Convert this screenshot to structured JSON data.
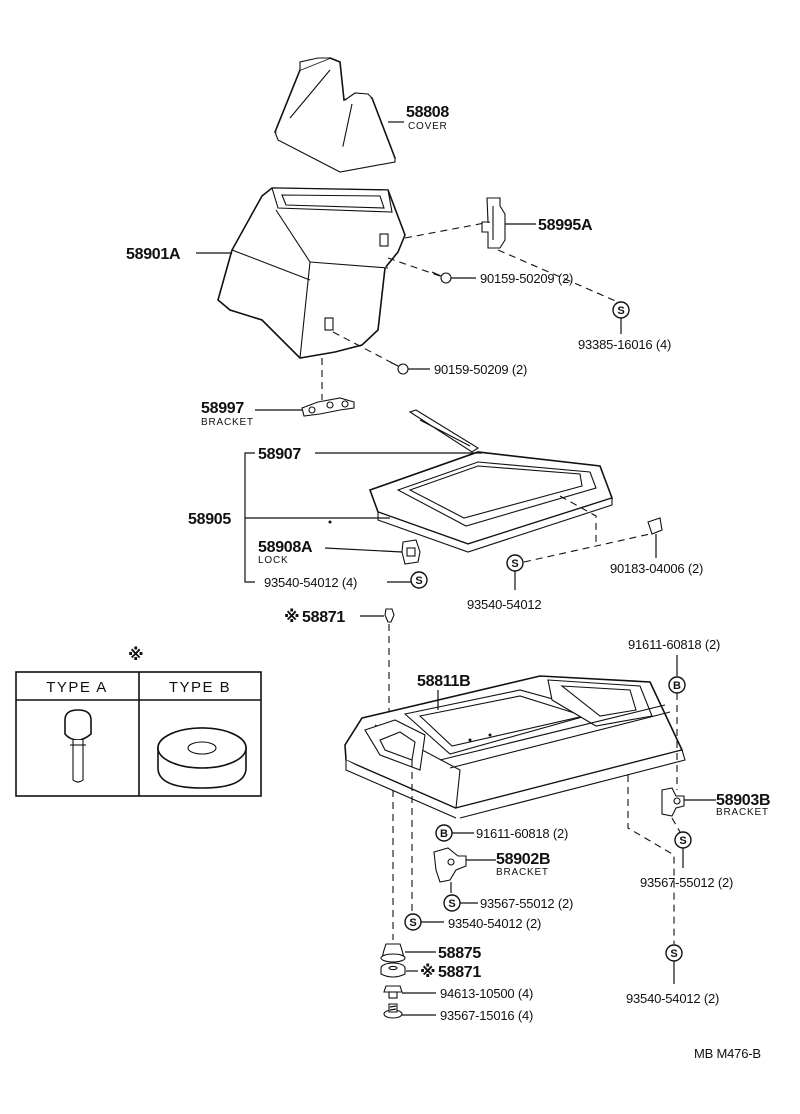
{
  "labels": {
    "p58808": "58808",
    "p58808_cap": "COVER",
    "p58995A": "58995A",
    "p58901A": "58901A",
    "p90159_a": "90159-50209 (2)",
    "p93385": "93385-16016 (4)",
    "p90159_b": "90159-50209 (2)",
    "p58997": "58997",
    "p58997_cap": "BRACKET",
    "p58907": "58907",
    "p58905": "58905",
    "p58908A": "58908A",
    "p58908A_cap": "LOCK",
    "p93540_lock": "93540-54012 (4)",
    "p93540_mid": "93540-54012",
    "p90183": "90183-04006 (2)",
    "p58871_top": "58871",
    "p91611_top": "91611-60818 (2)",
    "p58811B": "58811B",
    "p58903B": "58903B",
    "p58903B_cap": "BRACKET",
    "p91611_mid": "91611-60818 (2)",
    "p58902B": "58902B",
    "p58902B_cap": "BRACKET",
    "p93567_right": "93567-55012 (2)",
    "p93567_mid": "93567-55012 (2)",
    "p93540_low": "93540-54012 (2)",
    "p58875": "58875",
    "p58871_bot": "58871",
    "p94613": "94613-10500 (4)",
    "p93567_bot": "93567-15016 (4)",
    "p93540_right": "93540-54012 (2)",
    "code": "MB  M476-B"
  },
  "symbols": {
    "s": "S",
    "b": "B",
    "note_mark": "※"
  },
  "type_table": {
    "headers": [
      "TYPE  A",
      "TYPE  B"
    ]
  }
}
